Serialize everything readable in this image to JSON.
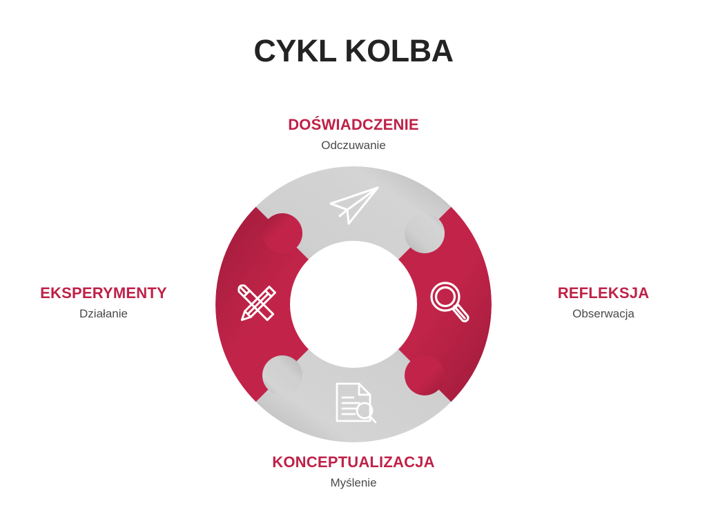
{
  "page": {
    "title": "CYKL KOLBA",
    "background_color": "#ffffff"
  },
  "colors": {
    "accent_crimson": "#bf2147",
    "crimson_dark": "#a61c3d",
    "segment_gray": "#d0d0d0",
    "segment_gray_dark": "#b2b2b2",
    "title_text": "#232323",
    "subtitle_text": "#4a4a4a",
    "icon_stroke": "#ffffff",
    "hub_fill": "#ffffff"
  },
  "diagram": {
    "type": "cycle-donut-4-segments",
    "hub_label": "",
    "nodes": [
      {
        "id": "experience",
        "position": "top",
        "title": "DOŚWIADCZENIE",
        "subtitle": "Odczuwanie",
        "segment_color": "#d0d0d0",
        "icon": "paper-plane-icon"
      },
      {
        "id": "reflection",
        "position": "right",
        "title": "REFLEKSJA",
        "subtitle": "Obserwacja",
        "segment_color": "#bf2147",
        "icon": "magnifier-icon"
      },
      {
        "id": "conceptualization",
        "position": "bottom",
        "title": "KONCEPTUALIZACJA",
        "subtitle": "Myślenie",
        "segment_color": "#d0d0d0",
        "icon": "document-search-icon"
      },
      {
        "id": "experimentation",
        "position": "left",
        "title": "EKSPERYMENTY",
        "subtitle": "Działanie",
        "segment_color": "#bf2147",
        "icon": "pencil-brush-icon"
      }
    ]
  }
}
